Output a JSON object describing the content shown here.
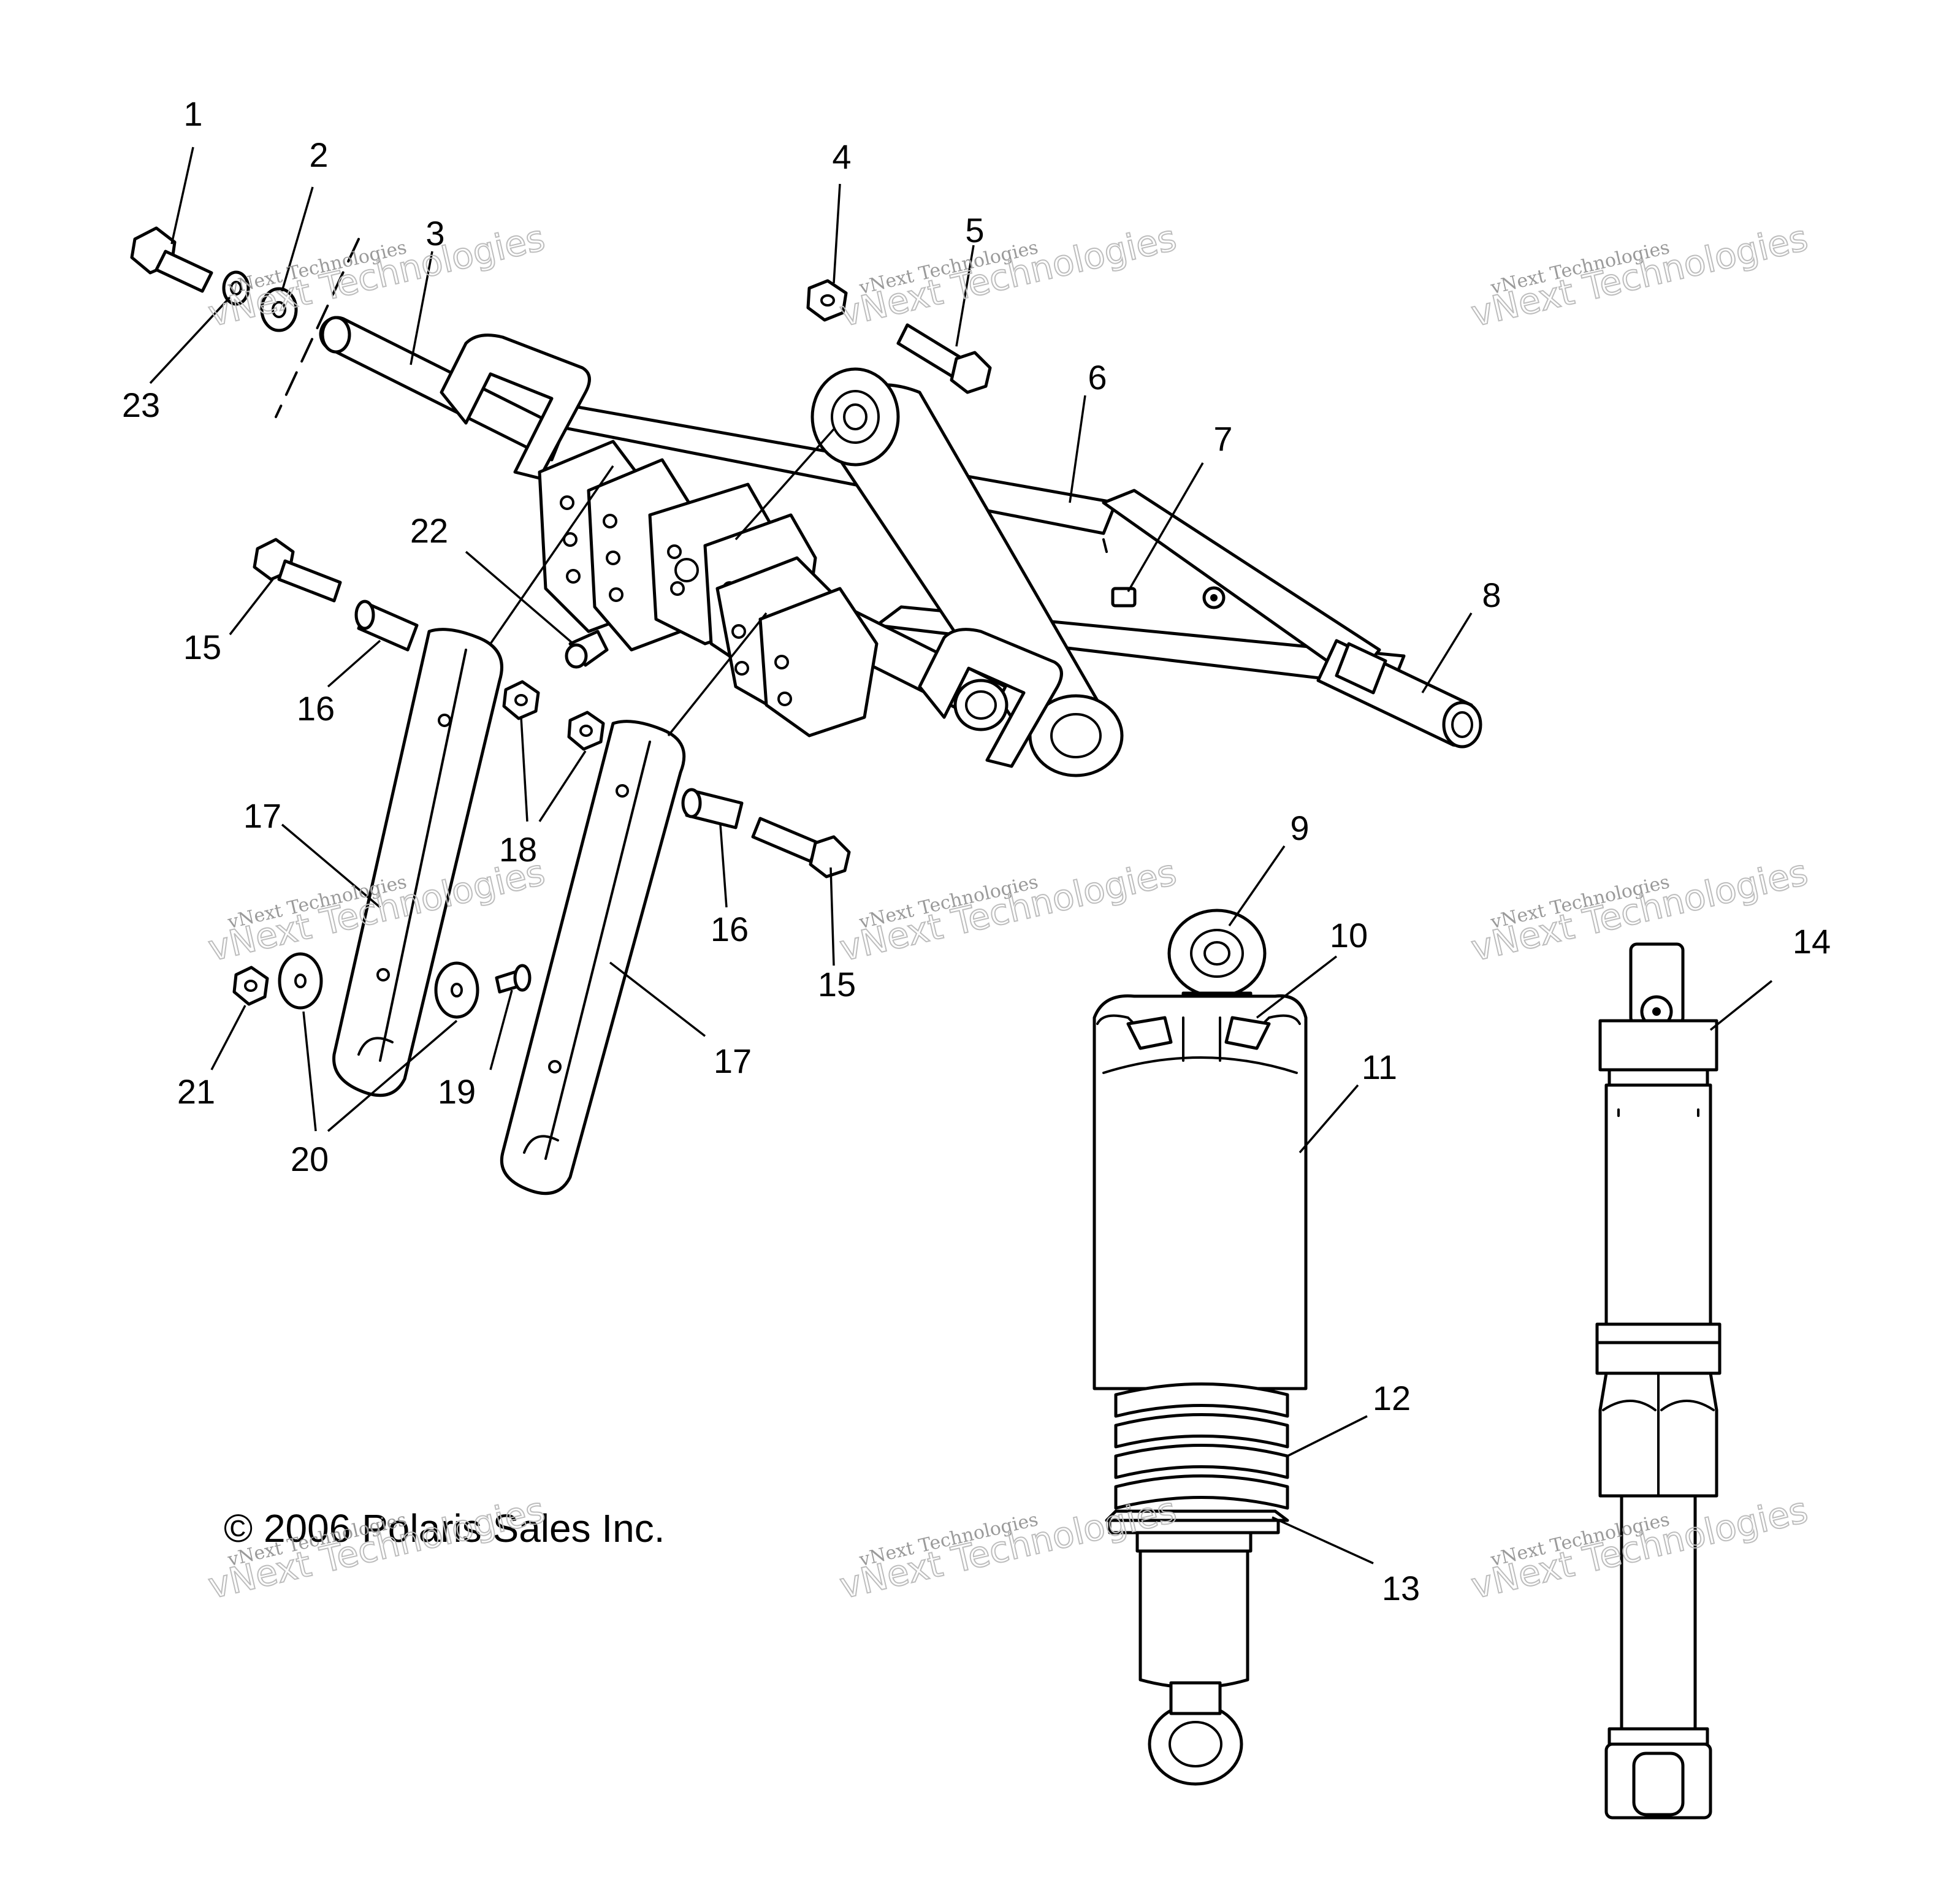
{
  "copyright": "© 2006 Polaris Sales Inc.",
  "watermark": {
    "line1": "vNext Technologies",
    "line2": "vNext Technologies"
  },
  "callouts": [
    "1",
    "2",
    "3",
    "4",
    "5",
    "6",
    "7",
    "8",
    "9",
    "10",
    "11",
    "12",
    "13",
    "14",
    "15",
    "15",
    "16",
    "16",
    "17",
    "17",
    "18",
    "19",
    "20",
    "21",
    "22",
    "23"
  ],
  "parts": [
    {
      "ref": "1",
      "part": "bolt"
    },
    {
      "ref": "2",
      "part": "washer"
    },
    {
      "ref": "3",
      "part": "front-rail-shaft"
    },
    {
      "ref": "4",
      "part": "nut"
    },
    {
      "ref": "5",
      "part": "bolt"
    },
    {
      "ref": "6",
      "part": "front-torque-arm"
    },
    {
      "ref": "7",
      "part": "grease-fitting"
    },
    {
      "ref": "8",
      "part": "rear-shaft"
    },
    {
      "ref": "9",
      "part": "shock-eye-bushing"
    },
    {
      "ref": "10",
      "part": "spring-retainer"
    },
    {
      "ref": "11",
      "part": "shock-body"
    },
    {
      "ref": "12",
      "part": "spring"
    },
    {
      "ref": "13",
      "part": "spring-seat"
    },
    {
      "ref": "14",
      "part": "shock-absorber"
    },
    {
      "ref": "15",
      "part": "bolt"
    },
    {
      "ref": "16",
      "part": "spacer"
    },
    {
      "ref": "17",
      "part": "link-arm"
    },
    {
      "ref": "18",
      "part": "nut"
    },
    {
      "ref": "19",
      "part": "pin"
    },
    {
      "ref": "20",
      "part": "washer"
    },
    {
      "ref": "21",
      "part": "nut"
    },
    {
      "ref": "22",
      "part": "grease-fitting"
    },
    {
      "ref": "23",
      "part": "washer"
    }
  ]
}
